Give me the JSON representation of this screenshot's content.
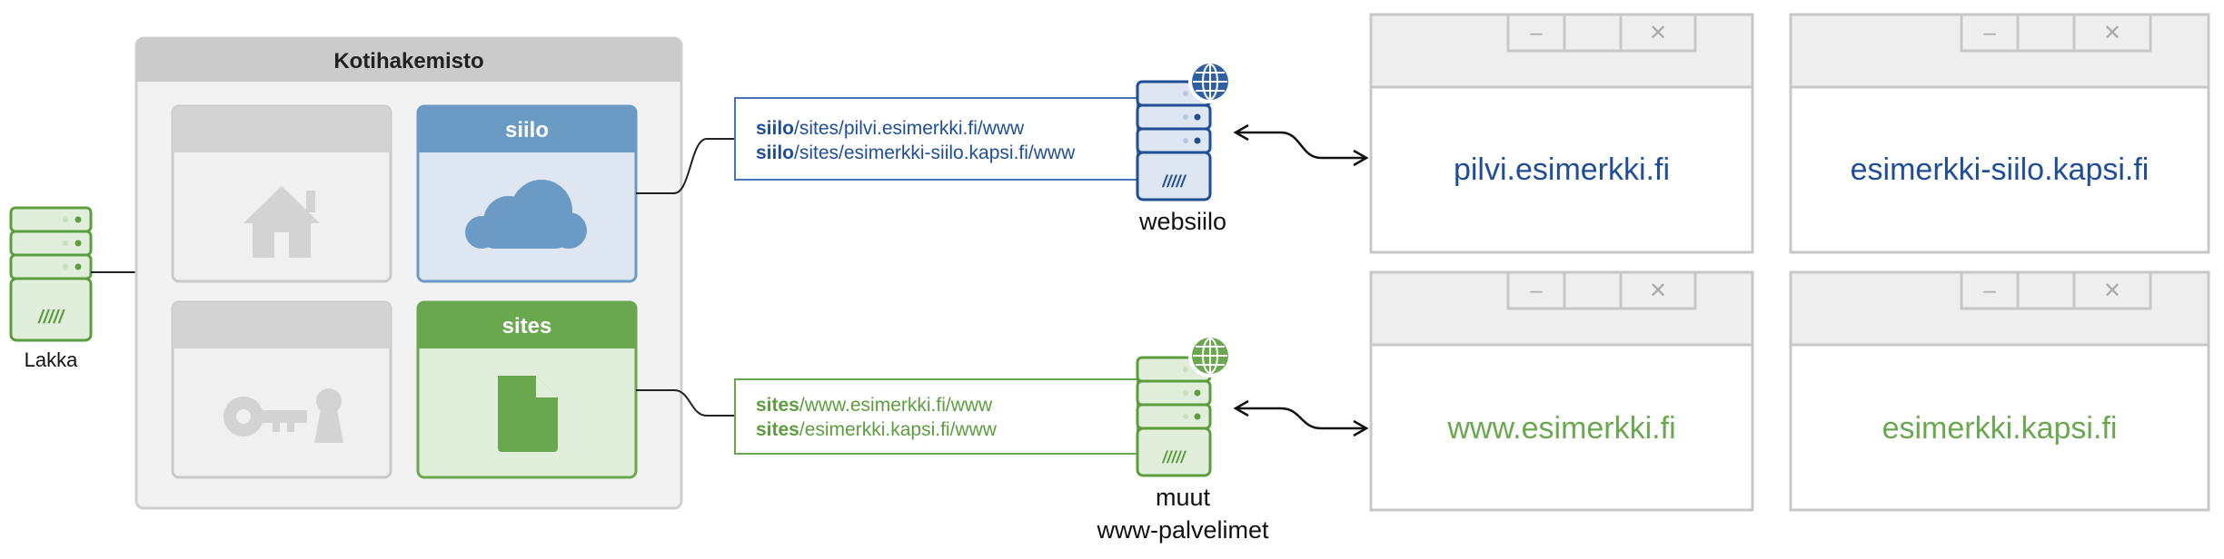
{
  "home": {
    "title": "Kotihakemisto",
    "folders": [
      {
        "label": "",
        "icon": "house-icon"
      },
      {
        "label": "siilo",
        "icon": "cloud-icon"
      },
      {
        "label": "",
        "icon": "key-lock-icon"
      },
      {
        "label": "sites",
        "icon": "document-icon"
      }
    ]
  },
  "servers": {
    "local": {
      "label": "Lakka",
      "icon": "server-icon"
    },
    "websiilo": {
      "label": "websiilo",
      "icon": "web-server-icon"
    },
    "others": {
      "label_line1": "muut",
      "label_line2": "www-palvelimet",
      "icon": "web-server-icon"
    }
  },
  "paths": {
    "siilo": [
      {
        "prefix": "siilo",
        "rest": "/sites/pilvi.esimerkki.fi/www"
      },
      {
        "prefix": "siilo",
        "rest": "/sites/esimerkki-siilo.kapsi.fi/www"
      }
    ],
    "sites": [
      {
        "prefix": "sites",
        "rest": "/www.esimerkki.fi/www"
      },
      {
        "prefix": "sites",
        "rest": "/esimerkki.kapsi.fi/www"
      }
    ]
  },
  "windows": {
    "top": [
      "pilvi.esimerkki.fi",
      "esimerkki-siilo.kapsi.fi"
    ],
    "bottom": [
      "www.esimerkki.fi",
      "esimerkki.kapsi.fi"
    ],
    "minimize_glyph": "–",
    "close_glyph": "✕"
  },
  "colors": {
    "blue": "#1f4e95",
    "blue_accent": "#6b9bc4",
    "blue_fill": "#dde6f1",
    "green": "#5c9e3e",
    "green_accent": "#6aa84f",
    "green_fill": "#e1eedb",
    "gray_border": "#c7c7c7",
    "gray_header": "#d0d0d0"
  }
}
